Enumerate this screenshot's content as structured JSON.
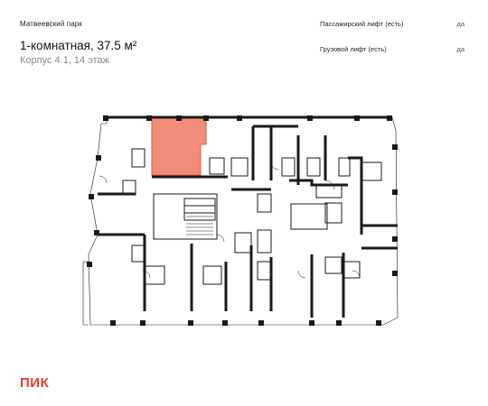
{
  "header": {
    "project": "Матвеевский парк",
    "title": "1-комнатная, 37.5 м²",
    "subtitle": "Корпус 4.1, 14 этаж"
  },
  "lifts": [
    {
      "label": "Пассажирский лифт (есть)",
      "value": "да"
    },
    {
      "label": "Грузовой лифт (есть)",
      "value": "да"
    }
  ],
  "colors": {
    "highlight": "#f18c79",
    "highlight_stroke": "#e05a43",
    "wall": "#1a1a1a",
    "brand": "#ee3b2d"
  },
  "logo": "ПИК"
}
